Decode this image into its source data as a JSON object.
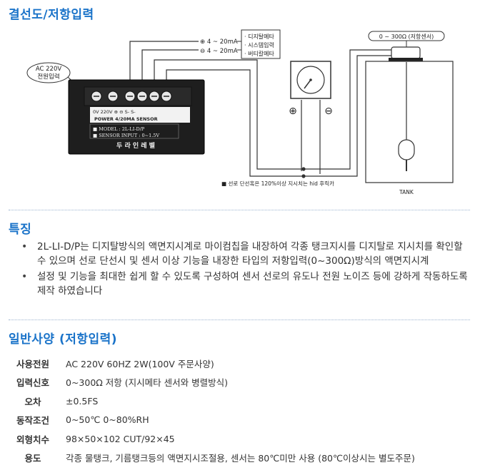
{
  "sections": {
    "wiring_title": "결선도/저항입력",
    "features_title": "특징",
    "specs_title": "일반사양 (저항입력)"
  },
  "diagram": {
    "ac_label_1": "AC 220V",
    "ac_label_2": "전원입력",
    "out_plus": "⊕ 4 ~ 20mA",
    "out_minus": "⊖ 4 ~ 20mA",
    "dev_1": "· 디지탈메타",
    "dev_2": "· 시스템입력",
    "dev_3": "· 버티칼메타",
    "sensor_label": "0 ~ 300Ω (저항센서)",
    "terminals_1": "0V   220V   ⊕   ⊖   S-   S-",
    "terminals_2": "POWER    4/20MA    SENSOR",
    "model_1": "■ MODEL : 2L-LI-D/P",
    "model_2": "■ SENSOR INPUT : 0~1.5V",
    "brand": "두  라  인  레  벨",
    "note": "■ 선로 단선혹은 120%이상 지시치는 hid 후릭카",
    "tank_label": "TANK",
    "plus_sym": "⊕",
    "minus_sym": "⊖"
  },
  "features": [
    "2L-LI-D/P는 디지탈방식의 액면지시계로 마이컴칩을 내장하여 각종 탱크지시를 디지탈로 지시치를 확인할 수 있으며 선로 단선시 및 센서 이상 기능을 내장한 타입의 저항입력(0~300Ω)방식의 액면지시계",
    "설정 및 기능을 최대한 쉽게 할 수 있도록 구성하여 센서 선로의 유도나 전원 노이즈 등에 강하게 작동하도록 제작 하였습니다"
  ],
  "specs": [
    {
      "label": "사용전원",
      "value": "AC 220V 60HZ 2W(100V 주문사양)"
    },
    {
      "label": "입력신호",
      "value": "0~300Ω 저항 (지시메타 센서와 병렬방식)"
    },
    {
      "label": "오차",
      "value": "±0.5FS"
    },
    {
      "label": "동작조건",
      "value": "0~50℃ 0~80%RH"
    },
    {
      "label": "외형치수",
      "value": "98×50×102 CUT/92×45"
    },
    {
      "label": "용도",
      "value": "각종 물탱크, 기름탱크등의 액면지시조절용, 센서는 80℃미만 사용 (80℃이상시는 별도주문)"
    }
  ]
}
